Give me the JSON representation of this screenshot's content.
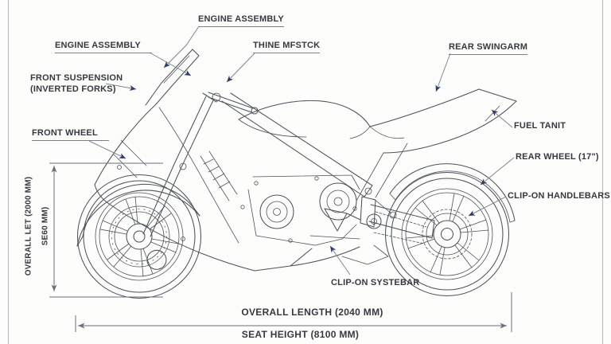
{
  "diagram": {
    "type": "motorcycle-technical-diagram",
    "colors": {
      "bg": "#fdfdfc",
      "line": "#4d525c",
      "dim": "#6a707a",
      "text": "#35393f",
      "arrow": "#2e3a6a",
      "border": "#b9bec5"
    },
    "labels": {
      "engine_assembly_top": "ENGINE ASSEMBLY",
      "engine_assembly_left": "ENGINE ASSEMBLY",
      "thine_mfstck": "THINE MFSTCK",
      "rear_swingarm": "REAR SWINGARM",
      "front_suspension_line1": "FRONT SUSPENSION",
      "front_suspension_line2": "(INVERTED FORKS)",
      "front_wheel": "FRONT WHEEL",
      "fuel_tanit": "FUEL TANIT",
      "rear_wheel": "REAR WHEEL (17\")",
      "clip_on_handlebars": "CLIP-ON HANDLEBARS",
      "clip_on_systebar": "CLIP-ON SYSTEBAR"
    },
    "dimensions": {
      "overall_length": "OVERALL LENGTH (2040 MM)",
      "seat_height": "SEAT HEIGHT (8100 MM)",
      "overall_height_vertical": "OVERALL LET (2000 MM)",
      "seat_vertical": "SE60 MM)"
    }
  }
}
